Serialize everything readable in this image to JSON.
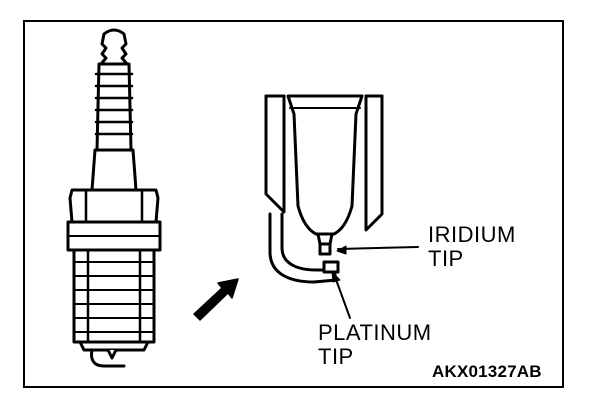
{
  "labels": {
    "iridium_line1": "IRIDIUM",
    "iridium_line2": "TIP",
    "platinum_line1": "PLATINUM",
    "platinum_line2": "TIP"
  },
  "figure_code": "AKX01327AB",
  "colors": {
    "ink": "#000000",
    "paper": "#ffffff"
  }
}
